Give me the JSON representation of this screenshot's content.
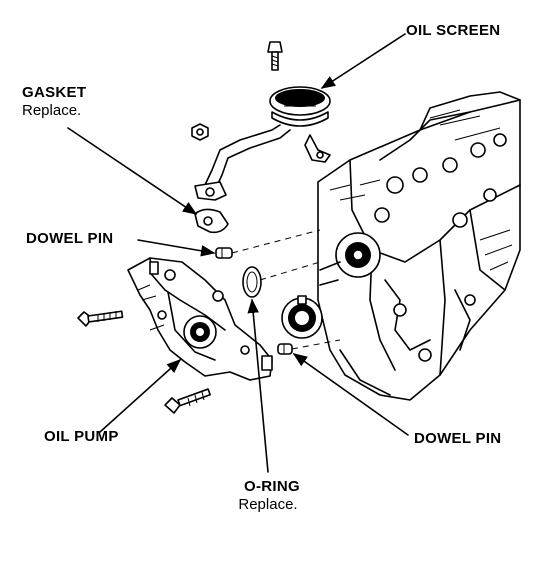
{
  "labels": {
    "oil_screen": "OIL SCREEN",
    "gasket": "GASKET",
    "gasket_note": "Replace.",
    "dowel_pin_left": "DOWEL PIN",
    "oil_pump": "OIL PUMP",
    "o_ring": "O-RING",
    "o_ring_note": "Replace.",
    "dowel_pin_right": "DOWEL PIN"
  }
}
